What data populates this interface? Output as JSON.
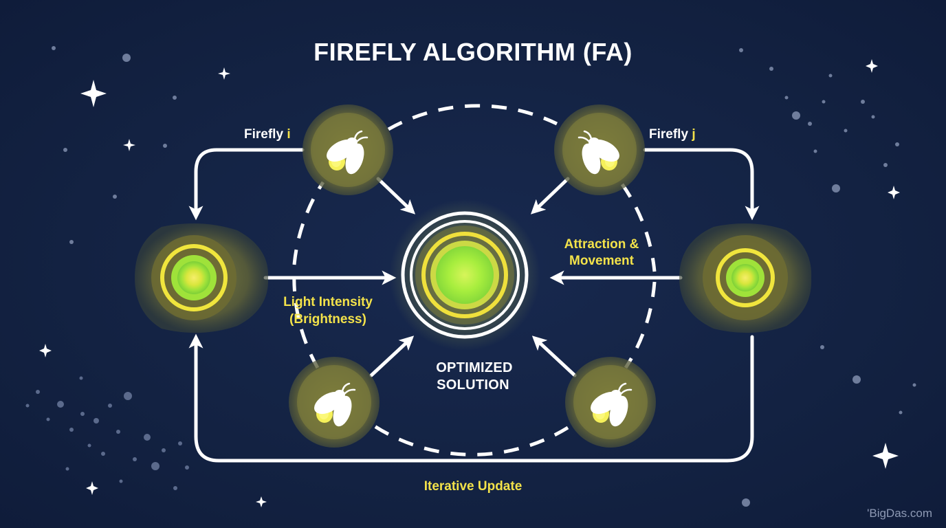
{
  "title": "FIREFLY ALGORITHM (FA)",
  "labels": {
    "firefly_i_prefix": "Firefly ",
    "firefly_i_var": "i",
    "firefly_j_prefix": "Firefly ",
    "firefly_j_var": "j",
    "light_intensity_line1": "Light Intensity",
    "light_intensity_line2": "(Brightness)",
    "attraction_line1": "Attraction &",
    "attraction_line2": "Movement",
    "optimized_line1": "OPTIMIZED",
    "optimized_line2": "SOLUTION",
    "iterative_update": "Iterative Update"
  },
  "watermark": "'BigDas.com",
  "icons": [
    "firefly-icon",
    "sparkle-star-icon",
    "target-icon",
    "arrow-icon"
  ],
  "colors": {
    "background": "#142346",
    "glow": "#f3e24a",
    "core_green": "#a6ef3a",
    "text": "#ffffff",
    "accent_text": "#f3e24a"
  }
}
